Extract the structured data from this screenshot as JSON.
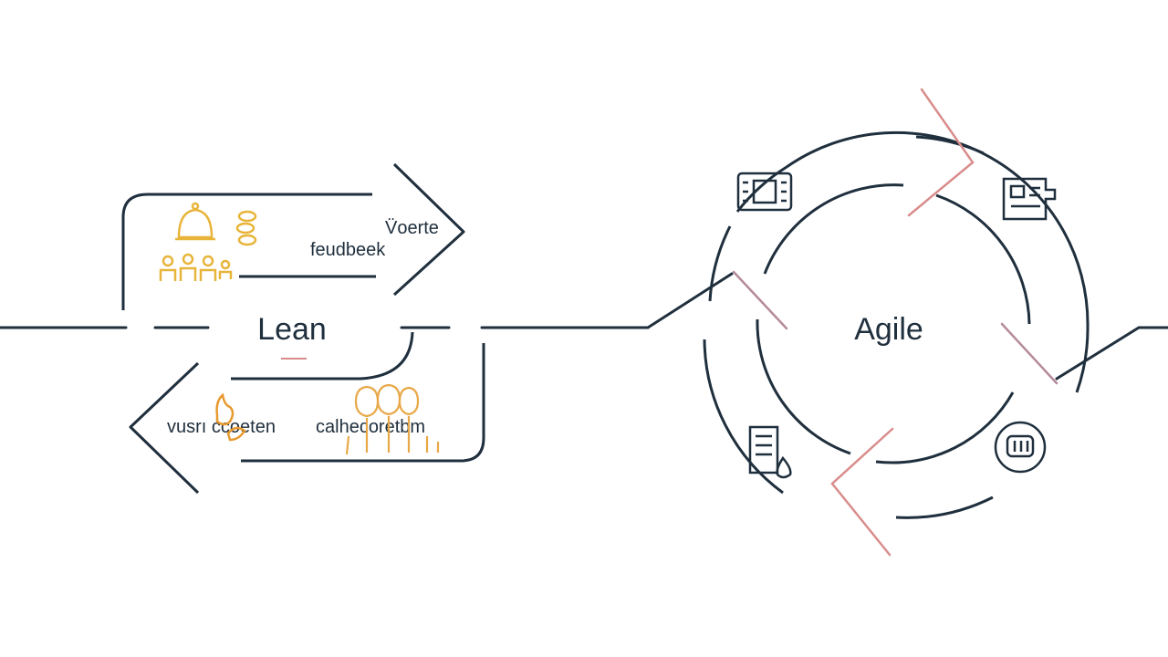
{
  "lean": {
    "title": "Lean",
    "top_label_1": "V̈oerte",
    "top_label_2": "feudbeek",
    "bottom_label_1": "vusrı ccoeten",
    "bottom_label_2": "calhecoretbm"
  },
  "agile": {
    "title": "Agile"
  },
  "colors": {
    "line": "#1f2f3d",
    "accent_pink": "#d98c8c",
    "accent_mauve": "#b58a9a",
    "icon_gold": "#e8b43a",
    "icon_amber": "#e89a30"
  },
  "icons": [
    "bell-icon",
    "coin-stack-icon",
    "team-icon",
    "fire-icon",
    "people-group-icon",
    "server-icon",
    "network-device-icon",
    "document-drop-icon",
    "chat-bubble-icon"
  ]
}
